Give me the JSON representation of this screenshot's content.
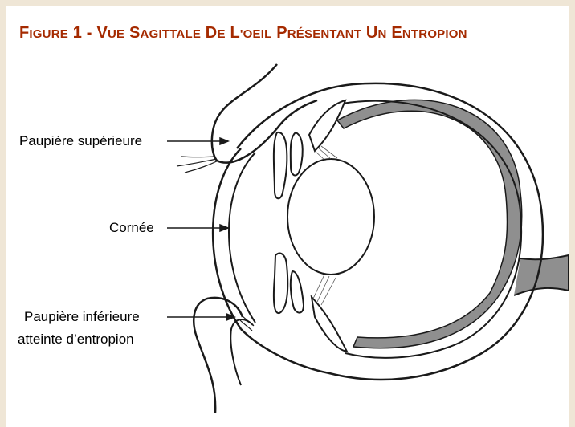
{
  "title": {
    "text": "FIGURE 1 - VUE SAGITTALE DE L'OEIL PRÉSENTANT UN ENTROPION",
    "color": "#a52a00"
  },
  "labels": {
    "upper_eyelid": "Paupière supérieure",
    "cornea": "Cornée",
    "lower_eyelid_line1": "Paupière inférieure",
    "lower_eyelid_line2": "atteinte d’entropion"
  },
  "colors": {
    "background": "#efe6d6",
    "choroid_fill": "#8f8f8f",
    "stroke": "#1a1a1a"
  }
}
